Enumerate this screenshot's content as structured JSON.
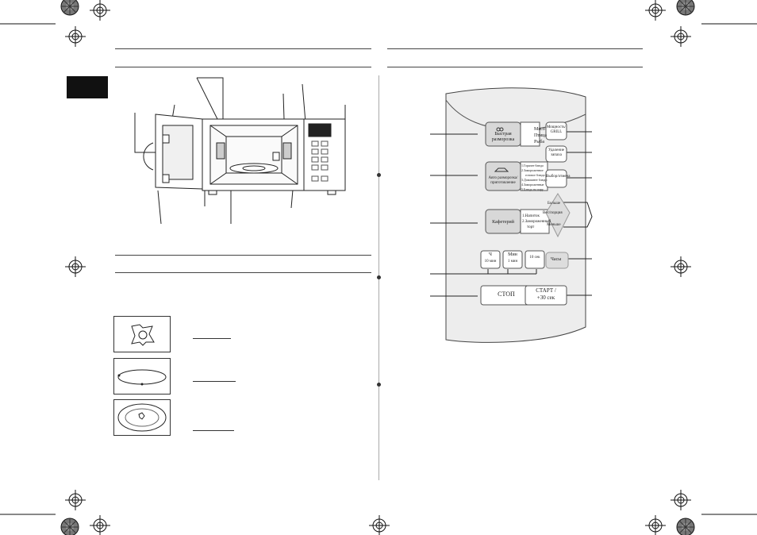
{
  "panel": {
    "buttons": {
      "quick_defrost": "Быстрая разморозка",
      "auto_defrost": "Авто разморозка/ приготовление",
      "coffee_shop": "Кафетерий",
      "power": "Мощность/ GRILL",
      "remove_smell": "Удаление запаха",
      "child_lock": "Выбор/отмена",
      "more": "Больше",
      "less": "Меньше",
      "weight_portion": "Вес/порция",
      "clock": "Часы",
      "hour": "Ч",
      "hour_sub": "10 мин",
      "minute": "Мин",
      "minute_sub": "1 мин",
      "ten_sec": "10 сек",
      "stop": "СТОП",
      "start": "СТАРТ /",
      "start_sub": "+30 сек"
    },
    "quick_defrost_items": [
      "Мясо",
      "Птица",
      "Рыба"
    ],
    "auto_items": [
      "1.Горячее блюдо",
      "2.Замороженное",
      "готовое блюдо",
      "3.Домашнее блюдо",
      "4.Замороженные",
      "5.Блюдо на пару"
    ],
    "coffee_items": [
      "1.Напиток",
      "2.Замороженный",
      "торт"
    ]
  }
}
